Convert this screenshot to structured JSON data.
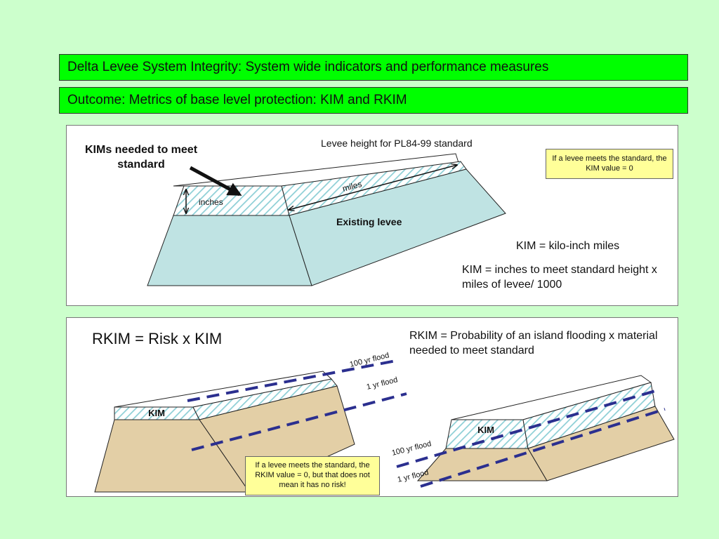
{
  "header": {
    "title": "Delta Levee System Integrity: System wide indicators and performance measures",
    "outcome": "Outcome:  Metrics of base level protection:  KIM and RKIM"
  },
  "panel1": {
    "kims_needed": "KIMs needed to meet standard",
    "levee_height_label": "Levee height for PL84-99 standard",
    "inches_label": "inches",
    "miles_label": "miles",
    "existing_levee_label": "Existing levee",
    "note": "If a levee meets the standard, the KIM value = 0",
    "kim_definition": "KIM = kilo-inch miles",
    "kim_formula": "KIM = inches to meet standard height x miles of levee/ 1000"
  },
  "panel2": {
    "rkim_equation": "RKIM = Risk x KIM",
    "rkim_definition": "RKIM = Probability of an island flooding x material needed to meet standard",
    "kim_label_left": "KIM",
    "kim_label_right": "KIM",
    "flood_100_left": "100 yr flood",
    "flood_1_left": "1 yr flood",
    "flood_100_right": "100 yr flood",
    "flood_1_right": "1 yr flood",
    "note": "If a levee meets the standard, the RKIM value = 0, but that does not mean it has no risk!"
  },
  "colors": {
    "banner": "#00ff00",
    "background": "#ccffcc",
    "levee_fill": "#bfe3e3",
    "soil_fill": "#e3cfa6",
    "hatch": "#8ecfd6",
    "flood_line": "#2b2f8f",
    "note_fill": "#ffff99"
  }
}
